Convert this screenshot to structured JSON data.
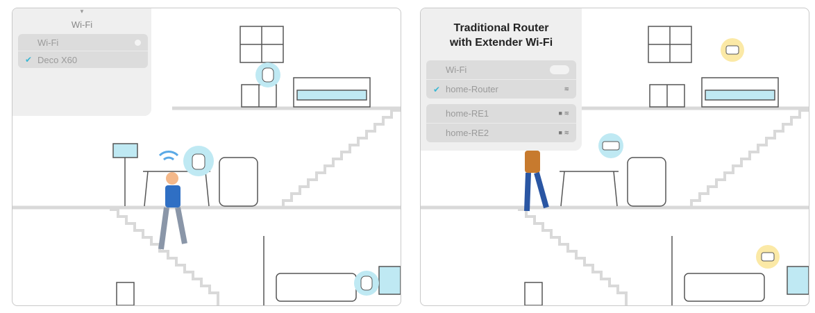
{
  "left_panel": {
    "menu_title": "Wi-Fi",
    "rows": [
      {
        "label": "Wi-Fi",
        "checked": false,
        "indicator": "toggle-dot"
      },
      {
        "label": "Deco X60",
        "checked": true
      }
    ]
  },
  "right_panel": {
    "title_line1": "Traditional Router",
    "title_line2": "with Extender Wi-Fi",
    "group1": [
      {
        "label": "Wi-Fi",
        "indicator": "toggle"
      },
      {
        "label": "home-Router",
        "checked": true,
        "indicator": "wifi-icon"
      }
    ],
    "group2": [
      {
        "label": "home-RE1",
        "indicator": "lock-wifi-icon"
      },
      {
        "label": "home-RE2",
        "indicator": "lock-wifi-icon"
      }
    ]
  },
  "colors": {
    "accent": "#3bb7d3",
    "device_glow": "#bfe9f3",
    "extender_glow": "#fbe9a6",
    "line": "#555555",
    "floor": "#d9d9d9",
    "shirt_left": "#2f6fc4",
    "shirt_right": "#c77a2e"
  },
  "icons": {
    "check": "✔",
    "lock": "🔒",
    "wifi": "≋"
  }
}
